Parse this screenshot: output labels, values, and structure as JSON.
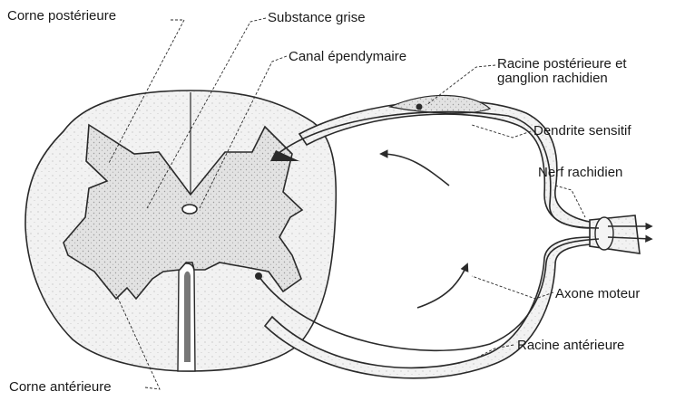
{
  "labels": {
    "corne_posterieure": "Corne postérieure",
    "substance_grise": "Substance grise",
    "canal_ependymaire": "Canal épendymaire",
    "racine_posterieure_line1": "Racine postérieure et",
    "racine_posterieure_line2": "ganglion rachidien",
    "dendrite_sensitif": "Dendrite sensitif",
    "nerf_rachidien": "Nerf rachidien",
    "axone_moteur": "Axone moteur",
    "racine_anterieure": "Racine antérieure",
    "corne_anterieure": "Corne antérieure"
  },
  "colors": {
    "ink": "#2a2a2a",
    "grey_matter": "#dcdcdc",
    "nerve_fill": "#eeeeee"
  }
}
